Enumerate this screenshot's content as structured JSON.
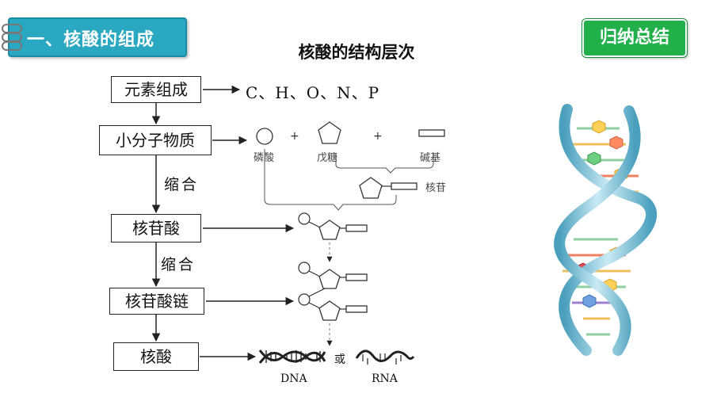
{
  "header": {
    "section_title": "一、核酸的组成",
    "summary_button": "归纳总结"
  },
  "title": "核酸的结构层次",
  "flow": {
    "elements_box": "元素组成",
    "elements_value": "C、H、O、N、P",
    "small_molecule_box": "小分子物质",
    "condensation_1": "缩合",
    "nucleotide_box": "核苷酸",
    "condensation_2": "缩合",
    "chain_box": "核苷酸链",
    "nucleic_acid_box": "核酸"
  },
  "molecules": {
    "phosphate": "磷酸",
    "pentose": "戊糖",
    "base": "碱基",
    "nucleoside": "核苷",
    "dna": "DNA",
    "or": "或",
    "rna": "RNA"
  },
  "colors": {
    "tab": "#2aa8c2",
    "summary": "#22b04b",
    "helix": "#7fc6dc"
  }
}
